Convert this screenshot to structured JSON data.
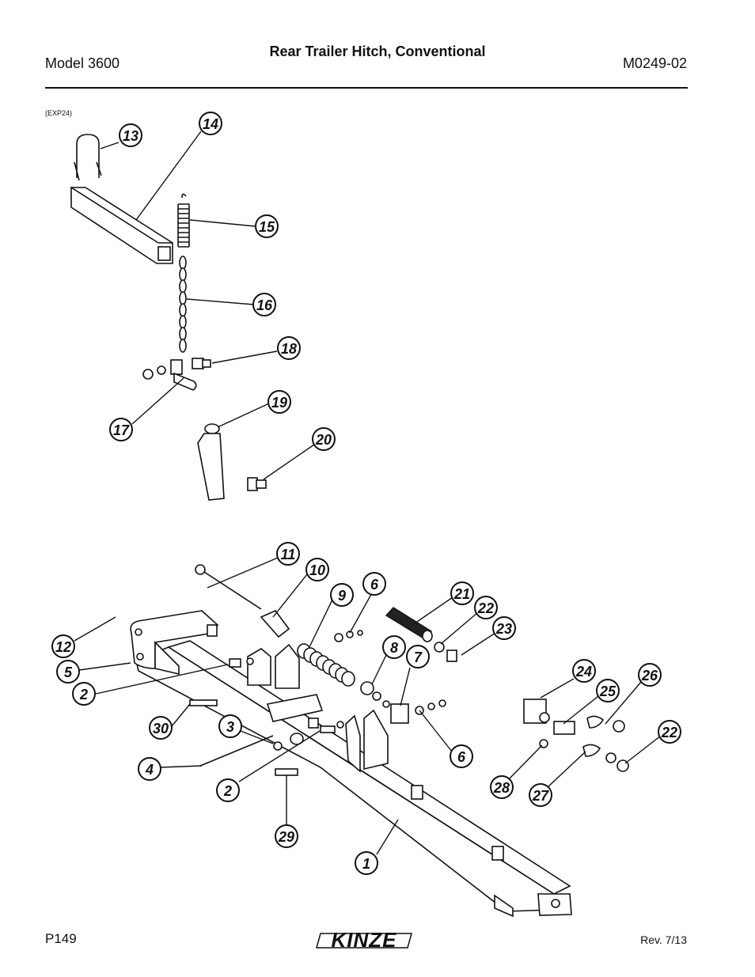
{
  "header": {
    "model": "Model 3600",
    "title": "Rear Trailer Hitch, Conventional",
    "doc_number": "M0249-02"
  },
  "figure_id": "(EXP24)",
  "footer": {
    "page": "P149",
    "brand": "KINZE",
    "revision": "Rev. 7/13"
  },
  "callouts": [
    {
      "label": "13"
    },
    {
      "label": "14"
    },
    {
      "label": "15"
    },
    {
      "label": "16"
    },
    {
      "label": "18"
    },
    {
      "label": "17"
    },
    {
      "label": "19"
    },
    {
      "label": "20"
    },
    {
      "label": "11"
    },
    {
      "label": "10"
    },
    {
      "label": "9"
    },
    {
      "label": "6"
    },
    {
      "label": "21"
    },
    {
      "label": "22"
    },
    {
      "label": "23"
    },
    {
      "label": "12"
    },
    {
      "label": "8"
    },
    {
      "label": "7"
    },
    {
      "label": "5"
    },
    {
      "label": "2"
    },
    {
      "label": "24"
    },
    {
      "label": "26"
    },
    {
      "label": "25"
    },
    {
      "label": "30"
    },
    {
      "label": "3"
    },
    {
      "label": "22"
    },
    {
      "label": "6"
    },
    {
      "label": "4"
    },
    {
      "label": "28"
    },
    {
      "label": "27"
    },
    {
      "label": "2"
    },
    {
      "label": "29"
    },
    {
      "label": "1"
    }
  ]
}
